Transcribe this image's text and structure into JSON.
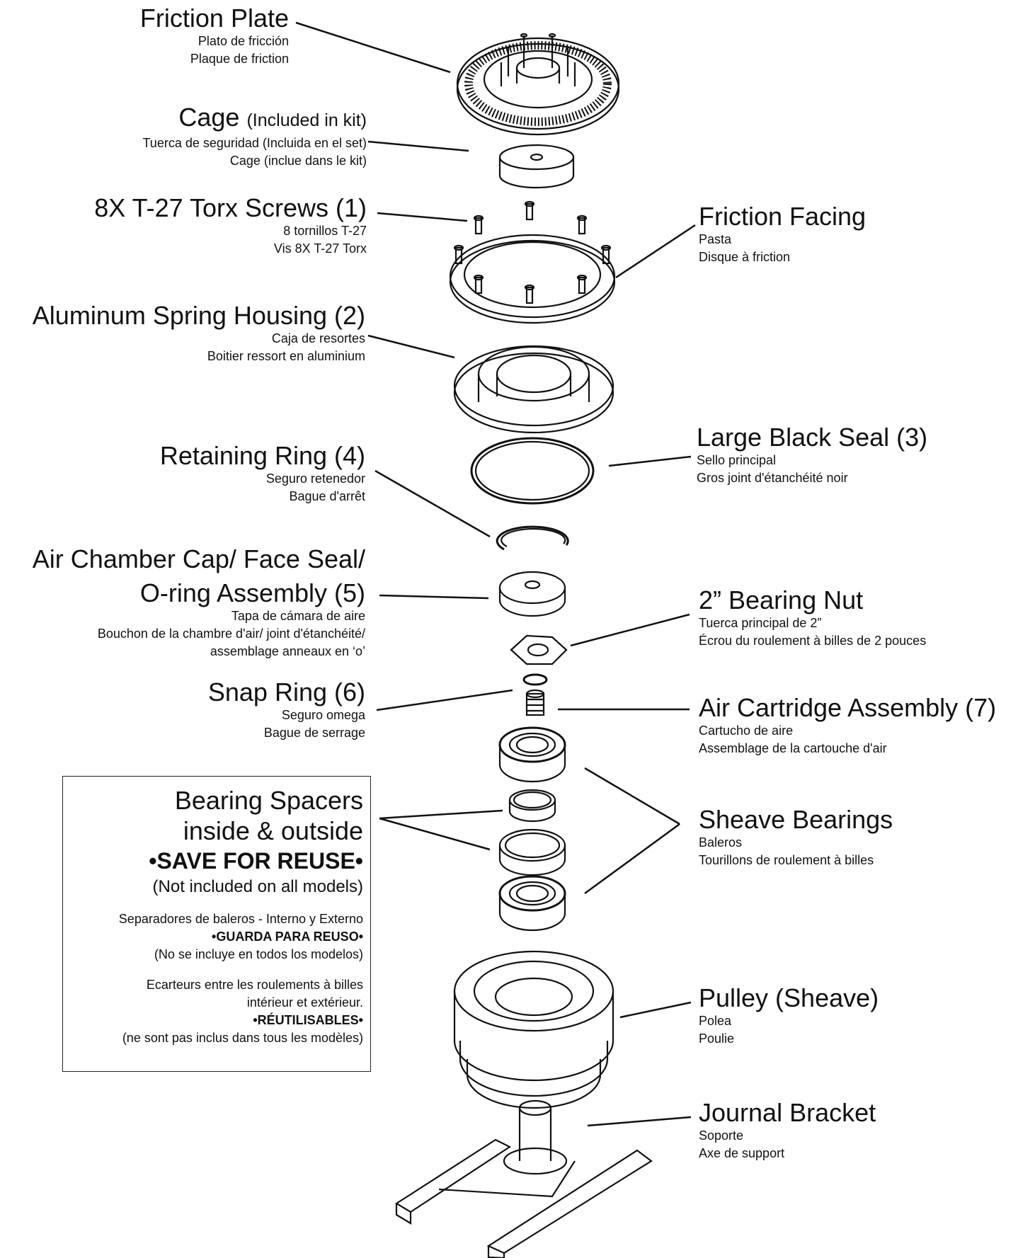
{
  "labels": {
    "friction_plate": {
      "title": "Friction Plate",
      "es": "Plato de fricción",
      "fr": "Plaque de friction"
    },
    "cage": {
      "title": "Cage",
      "note": "(Included in kit)",
      "es": "Tuerca de seguridad (Incluida en el set)",
      "fr": "Cage (inclue dans le kit)"
    },
    "screws": {
      "title": "8X T-27 Torx Screws (1)",
      "es": "8 tornillos T-27",
      "fr": "Vis 8X T-27 Torx"
    },
    "friction_facing": {
      "title": "Friction Facing",
      "es": "Pasta",
      "fr": "Disque à friction"
    },
    "spring_housing": {
      "title": "Aluminum Spring Housing (2)",
      "es": "Caja de resortes",
      "fr": "Boitier ressort en aluminium"
    },
    "large_seal": {
      "title": "Large Black Seal (3)",
      "es": "Sello principal",
      "fr": "Gros joint d'étanchéité noir"
    },
    "retaining_ring": {
      "title": "Retaining Ring (4)",
      "es": "Seguro retenedor",
      "fr": "Bague d'arrêt"
    },
    "air_chamber": {
      "title1": "Air Chamber Cap/ Face Seal/",
      "title2": "O-ring Assembly (5)",
      "es": "Tapa de cámara de aire",
      "fr1": "Bouchon de la chambre d'air/ joint d'étanchéité/",
      "fr2": "assemblage anneaux en ‘o’"
    },
    "bearing_nut": {
      "title": "2” Bearing Nut",
      "es": "Tuerca principal de 2”",
      "fr": "Écrou du roulement à billes de 2 pouces"
    },
    "snap_ring": {
      "title": "Snap Ring (6)",
      "es": "Seguro omega",
      "fr": "Bague de serrage"
    },
    "air_cartridge": {
      "title": "Air Cartridge Assembly (7)",
      "es": "Cartucho de aire",
      "fr": "Assemblage de la cartouche d'air"
    },
    "sheave_bearings": {
      "title": "Sheave Bearings",
      "es": "Baleros",
      "fr": "Tourillons de roulement à billes"
    },
    "pulley": {
      "title": "Pulley (Sheave)",
      "es": "Polea",
      "fr": "Poulie"
    },
    "journal_bracket": {
      "title": "Journal Bracket",
      "es": "Soporte",
      "fr": "Axe de support"
    }
  },
  "spacers_box": {
    "line1": "Bearing Spacers",
    "line2": "inside & outside",
    "save": "•SAVE FOR REUSE•",
    "not_included": "(Not included on all models)",
    "es_line": "Separadores de baleros - Interno y Externo",
    "es_save": "•GUARDA PARA REUSO•",
    "es_note": "(No se incluye en todos los modelos)",
    "fr_line1": "Ecarteurs entre les roulements à billes",
    "fr_line2": "intérieur et extérieur.",
    "fr_save": "•RÉUTILISABLES•",
    "fr_note": "(ne sont pas inclus dans tous les modèles)"
  }
}
